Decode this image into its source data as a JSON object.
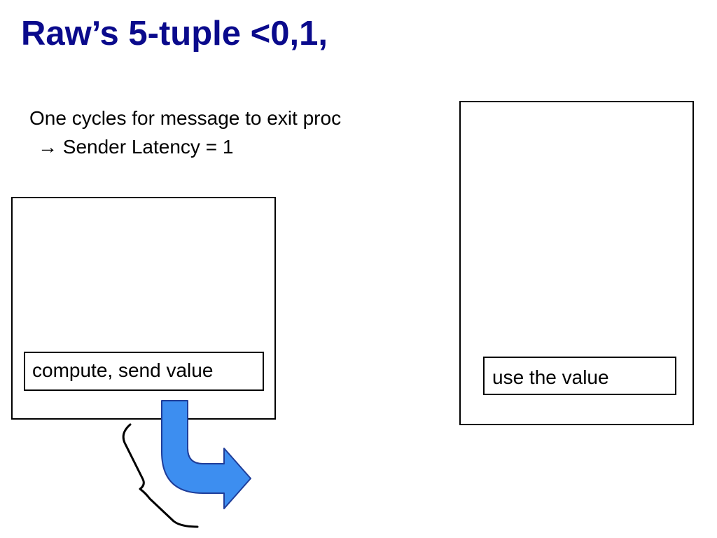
{
  "title": "Raw’s 5-tuple <0,1,",
  "description": {
    "line1": "One cycles for message to exit proc",
    "arrow_glyph": "→",
    "line2": "Sender Latency = 1"
  },
  "sender": {
    "label": "compute, send value"
  },
  "receiver": {
    "label": "use the value"
  },
  "colors": {
    "title": "#0a0a8c",
    "arrow_fill": "#3d8ef0",
    "arrow_stroke": "#1f3d99"
  },
  "icons": {
    "send_arrow": "curved-arrow-right-icon",
    "latency_brace": "curly-brace-icon"
  }
}
